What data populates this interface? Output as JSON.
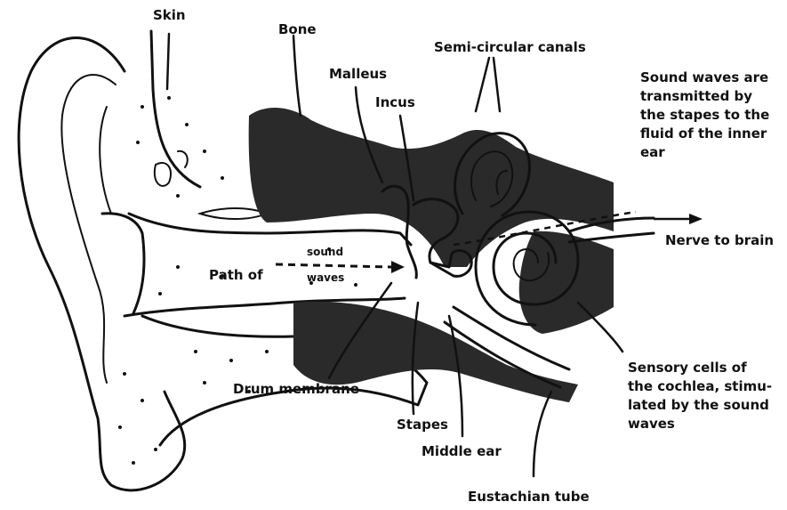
{
  "labels": {
    "skin": "Skin",
    "bone": "Bone",
    "malleus": "Malleus",
    "incus": "Incus",
    "semicircular_canals": "Semi-circular canals",
    "sound_waves_transmitted": [
      "Sound waves are",
      "transmitted by",
      "the stapes to the",
      "fluid of the inner",
      "ear"
    ],
    "nerve_to_brain": "Nerve to brain",
    "path_of": "Path of",
    "sound_waves": [
      "sound",
      "waves"
    ],
    "drum_membrane": "Drum membrane",
    "stapes": "Stapes",
    "middle_ear": "Middle ear",
    "sensory_cells": [
      "Sensory cells of",
      "the cochlea, stimu-",
      "lated by the sound",
      "waves"
    ],
    "eustachian_tube": "Eustachian tube"
  },
  "colors": {
    "ink": "#111111",
    "bone_fill": "#2a2a2a",
    "background": "#ffffff"
  }
}
